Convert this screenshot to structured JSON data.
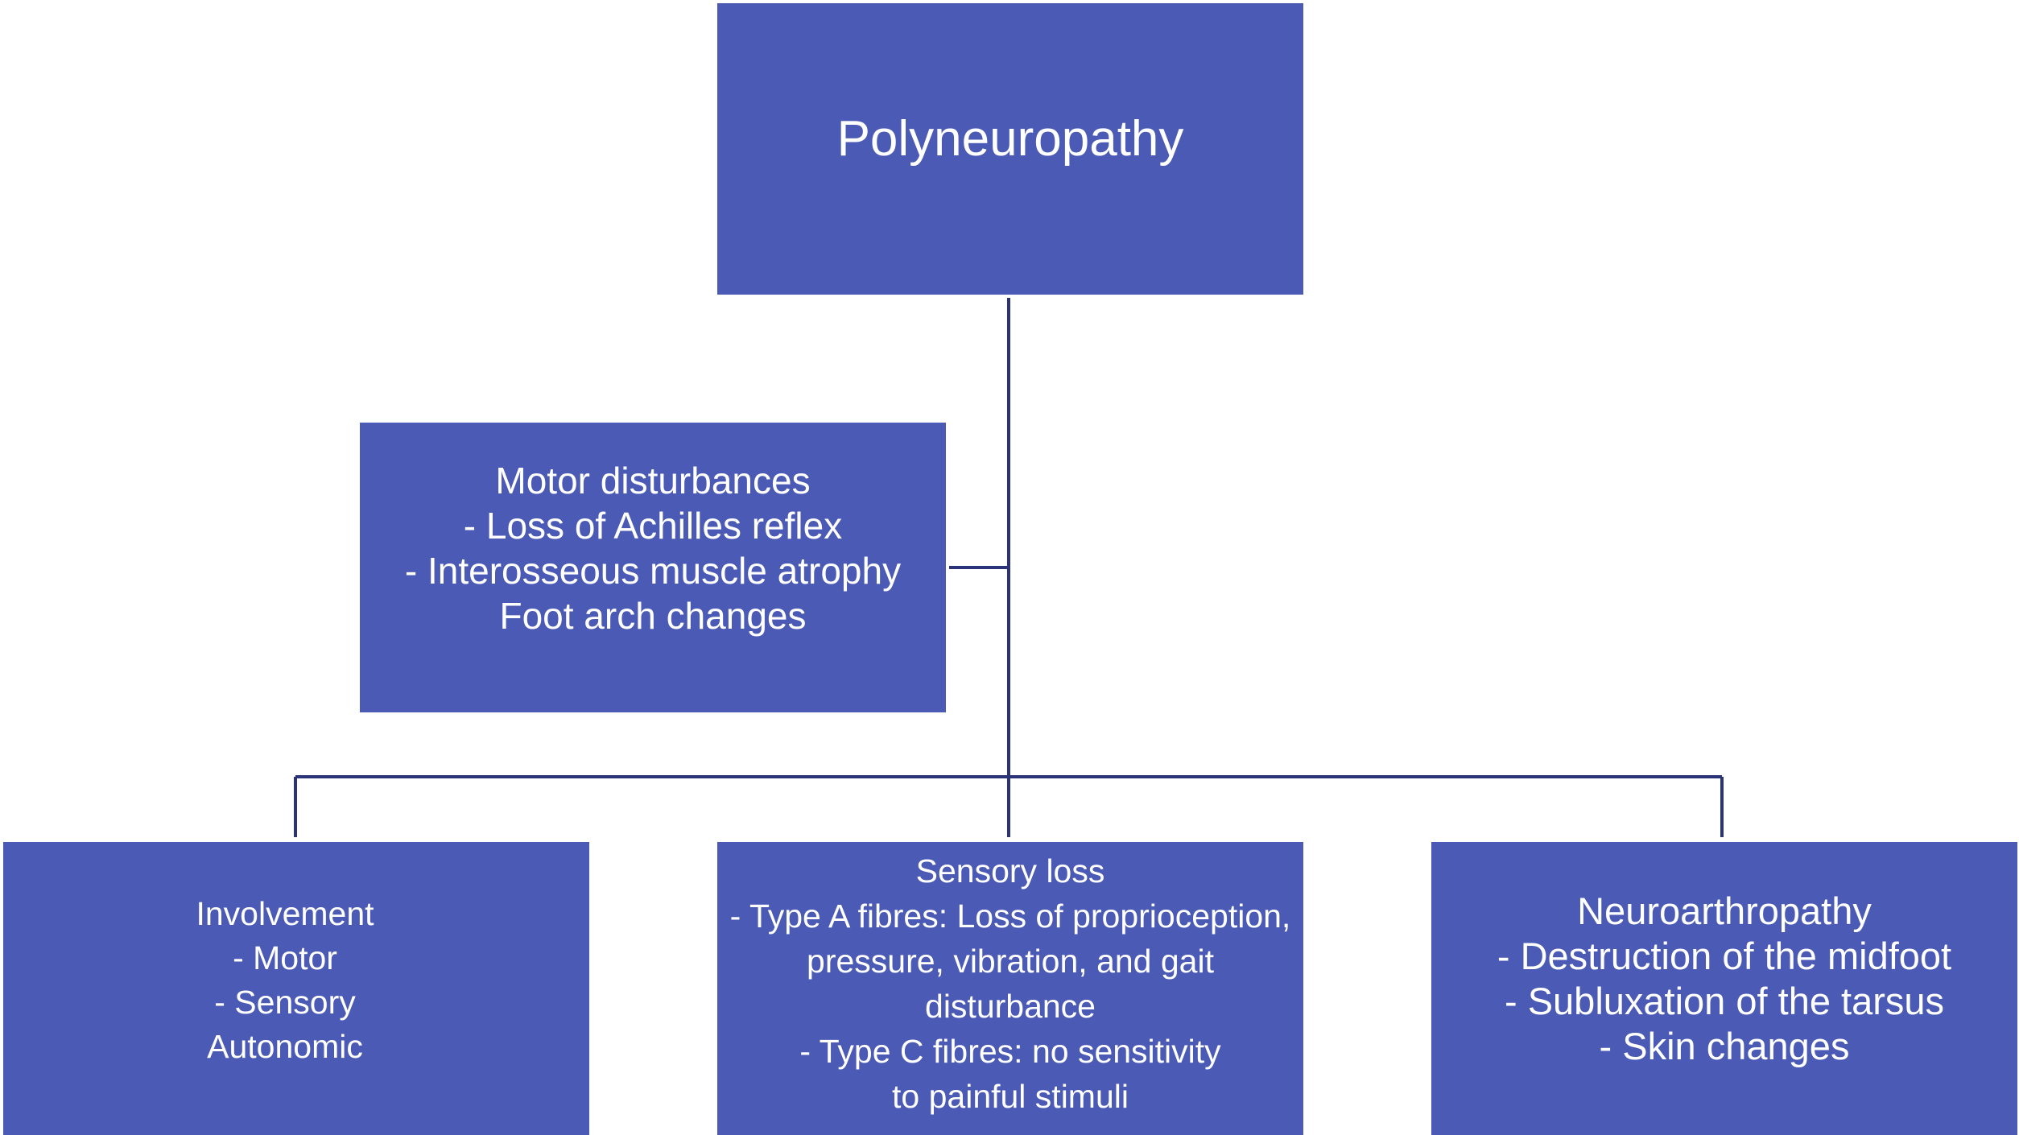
{
  "colors": {
    "box_fill": "#4b5ab5",
    "box_text": "#ffffff",
    "connector": "#2a3278"
  },
  "root": {
    "title": "Polyneuropathy"
  },
  "motor": {
    "lines": [
      "Motor disturbances",
      "-  Loss of Achilles reflex",
      "-  Interosseous muscle atrophy",
      "Foot arch changes"
    ]
  },
  "involvement": {
    "lines": [
      "Involvement",
      "-  Motor",
      "-  Sensory",
      "Autonomic"
    ]
  },
  "sensory": {
    "lines": [
      "Sensory loss",
      "-  Type A fibres: Loss of proprioception,",
      "pressure, vibration, and gait",
      "disturbance",
      "-  Type C fibres: no sensitivity",
      "to painful stimuli"
    ]
  },
  "neuro": {
    "lines": [
      "Neuroarthropathy",
      "-  Destruction of the midfoot",
      "-  Subluxation of the tarsus",
      "- Skin changes"
    ]
  }
}
